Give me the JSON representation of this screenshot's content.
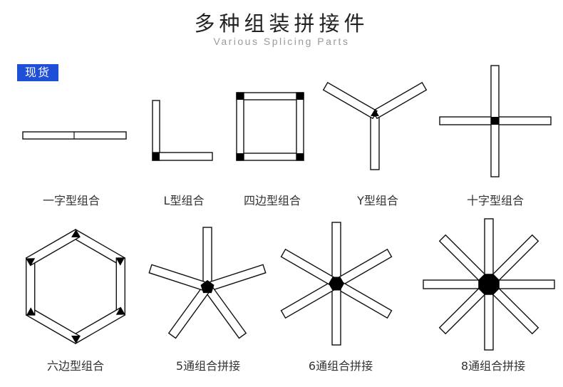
{
  "header": {
    "title": "多种组装拼接件",
    "subtitle": "Various Splicing Parts",
    "badge": "现货"
  },
  "items": [
    {
      "label": "一字型组合"
    },
    {
      "label": "L型组合"
    },
    {
      "label": "四边型组合"
    },
    {
      "label": "Y型组合"
    },
    {
      "label": "十字型组合"
    },
    {
      "label": "六边型组合"
    },
    {
      "label": "5通组合拼接"
    },
    {
      "label": "6通组合拼接"
    },
    {
      "label": "8通组合拼接"
    }
  ],
  "colors": {
    "badge": "#1e4fd6",
    "outline": "#111111",
    "connector": "#000000"
  }
}
